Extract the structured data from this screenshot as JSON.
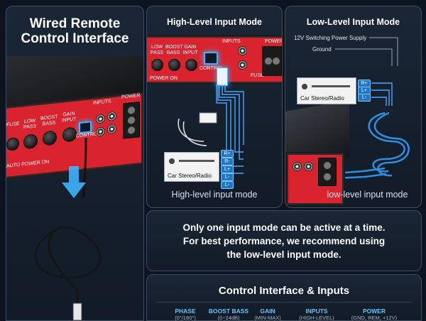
{
  "left_panel": {
    "title_line1": "Wired Remote",
    "title_line2": "Control Interface",
    "amp_labels": {
      "fuse": "FUSE",
      "low_pass": "LOW PASS",
      "boost_bass": "BOOST BASS",
      "gain_input": "GAIN INPUT",
      "inputs": "INPUTS",
      "control": "CONTROL",
      "power": "POWER",
      "auto_power_on": "AUTO POWER ON"
    }
  },
  "high_panel": {
    "title": "High-Level Input Mode",
    "caption": "High-level input mode",
    "stereo_label": "Car Stereo/Radio",
    "connectors": [
      "R+",
      "R-",
      "L+",
      "L-",
      "L-"
    ],
    "amp_labels": {
      "low_pass": "LOW PASS",
      "boost_bass": "BOOST BASS",
      "gain_input": "GAIN INPUT",
      "power_on": "POWER ON",
      "inputs": "INPUTS",
      "control": "CONTROL",
      "power": "POWER",
      "fuse": "FUSE"
    }
  },
  "low_panel": {
    "title": "Low-Level Input Mode",
    "caption": "low-level input mode",
    "stereo_label": "Car Stereo/Radio",
    "note_power": "12V Switching Power Supply",
    "note_ground": "Ground",
    "connectors": [
      "R+",
      "L+",
      "L-"
    ]
  },
  "notice": {
    "line1": "Only one input mode can be active at a time.",
    "line2": "For best performance, we recommend using",
    "line3": "the low-level input mode."
  },
  "control": {
    "title": "Control Interface & Inputs",
    "columns": [
      {
        "head": "PHASE",
        "sub": "(0°/180°)"
      },
      {
        "head": "BOOST BASS",
        "sub": "(0~24dB)"
      },
      {
        "head": "GAIN",
        "sub": "(MIN-MAX)"
      },
      {
        "head": "INPUTS",
        "sub": "(HIGH-LEVEL)"
      },
      {
        "head": "POWER",
        "sub": "(GND, REM, +12V)"
      }
    ]
  },
  "colors": {
    "accent": "#3fb4ff",
    "amp_red": "#d9232e",
    "panel_bg": "#121b27"
  }
}
